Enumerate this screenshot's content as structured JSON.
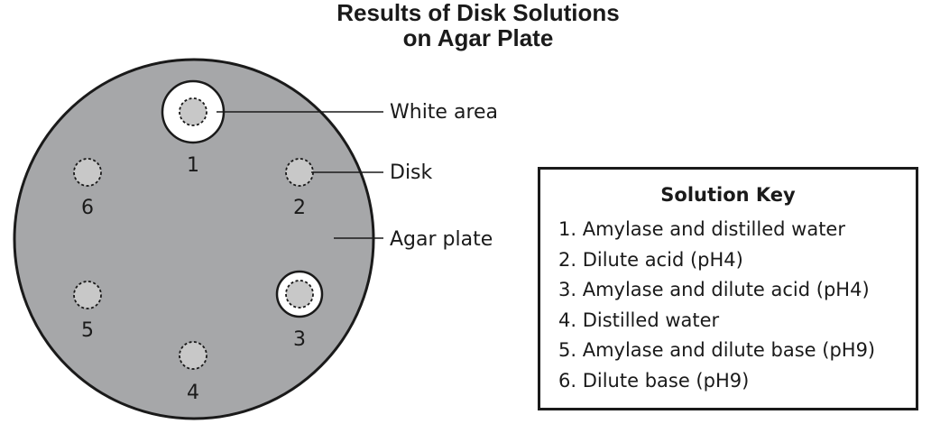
{
  "title": {
    "line1": "Results of Disk Solutions",
    "line2": "on Agar Plate"
  },
  "diagram": {
    "labels": {
      "white_area": "White area",
      "disk": "Disk",
      "agar_plate": "Agar plate"
    },
    "disks": [
      {
        "number": "1",
        "white_area": true
      },
      {
        "number": "2",
        "white_area": false
      },
      {
        "number": "3",
        "white_area": true
      },
      {
        "number": "4",
        "white_area": false
      },
      {
        "number": "5",
        "white_area": false
      },
      {
        "number": "6",
        "white_area": false
      }
    ],
    "colors": {
      "agar_plate": "#a6a7a9",
      "disk": "#c8c8c8",
      "white_area": "#ffffff",
      "outline": "#1a1a1a"
    }
  },
  "key": {
    "title": "Solution Key",
    "items": [
      "1. Amylase and distilled water",
      "2. Dilute acid (pH4)",
      "3. Amylase and dilute acid (pH4)",
      "4. Distilled water",
      "5. Amylase and dilute base (pH9)",
      "6. Dilute base (pH9)"
    ]
  }
}
